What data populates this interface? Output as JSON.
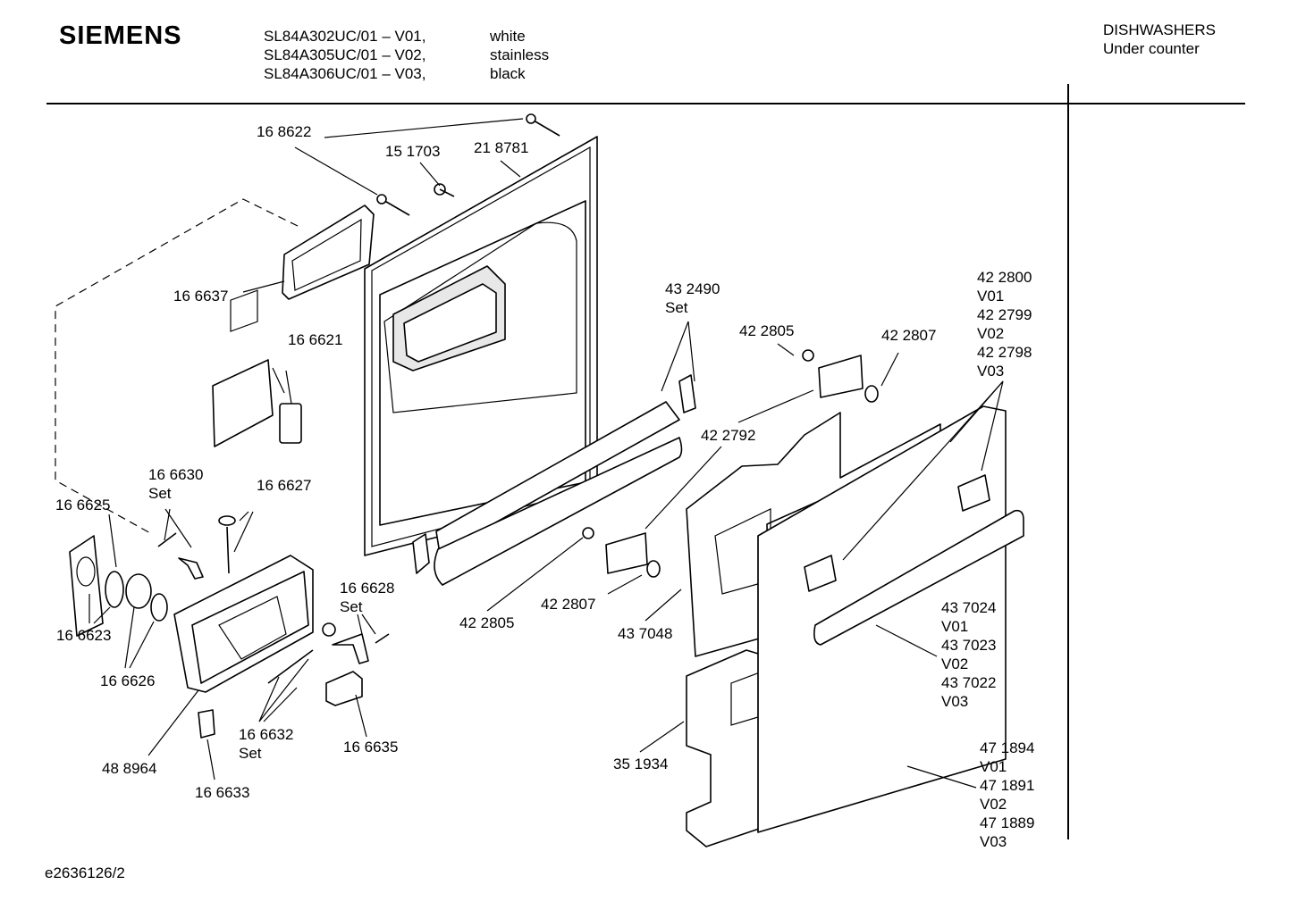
{
  "header": {
    "brand": "SIEMENS",
    "models": [
      {
        "code": "SL84A302UC/01 – V01,",
        "color": "white"
      },
      {
        "code": "SL84A305UC/01 – V02,",
        "color": "stainless"
      },
      {
        "code": "SL84A306UC/01 – V03,",
        "color": "black"
      }
    ],
    "category_line1": "DISHWASHERS",
    "category_line2": "Under counter"
  },
  "labels": [
    [
      "16 8622"
    ],
    [
      "15 1703"
    ],
    [
      "21 8781"
    ],
    [
      "16 6637"
    ],
    [
      "16 6621"
    ],
    [
      "43 2490",
      "Set"
    ],
    [
      "42 2805"
    ],
    [
      "42 2807"
    ],
    [
      "42 2800",
      "V01",
      "42 2799",
      "V02",
      "42 2798",
      "V03"
    ],
    [
      "42 2792"
    ],
    [
      "16 6630",
      "Set"
    ],
    [
      "16 6627"
    ],
    [
      "16 6625"
    ],
    [
      "16 6628",
      "Set"
    ],
    [
      "16 6623"
    ],
    [
      "16 6626"
    ],
    [
      "42 2807"
    ],
    [
      "42 2805"
    ],
    [
      "43 7048"
    ],
    [
      "43 7024",
      "V01",
      "43 7023",
      "V02",
      "43 7022",
      "V03"
    ],
    [
      "16 6632",
      "Set"
    ],
    [
      "16 6635"
    ],
    [
      "48 8964"
    ],
    [
      "16 6633"
    ],
    [
      "35 1934"
    ],
    [
      "47 1894",
      "V01",
      "47 1891",
      "V02",
      "47 1889",
      "V03"
    ]
  ],
  "footer": {
    "drawing_id": "e2636126/2"
  }
}
